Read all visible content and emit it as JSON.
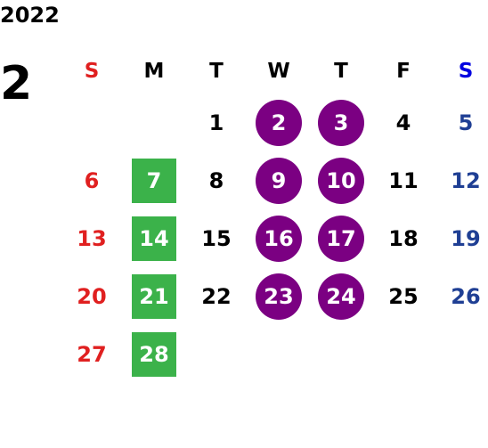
{
  "year": "2022",
  "month": "2",
  "weekdays": [
    "S",
    "M",
    "T",
    "W",
    "T",
    "F",
    "S"
  ],
  "weeks": [
    [
      {
        "day": "",
        "style": "sun"
      },
      {
        "day": "",
        "style": ""
      },
      {
        "day": "1",
        "style": ""
      },
      {
        "day": "2",
        "style": "purple"
      },
      {
        "day": "3",
        "style": "purple"
      },
      {
        "day": "4",
        "style": ""
      },
      {
        "day": "5",
        "style": "sat"
      }
    ],
    [
      {
        "day": "6",
        "style": "sun"
      },
      {
        "day": "7",
        "style": "green"
      },
      {
        "day": "8",
        "style": ""
      },
      {
        "day": "9",
        "style": "purple"
      },
      {
        "day": "10",
        "style": "purple"
      },
      {
        "day": "11",
        "style": ""
      },
      {
        "day": "12",
        "style": "sat"
      }
    ],
    [
      {
        "day": "13",
        "style": "sun"
      },
      {
        "day": "14",
        "style": "green"
      },
      {
        "day": "15",
        "style": ""
      },
      {
        "day": "16",
        "style": "purple"
      },
      {
        "day": "17",
        "style": "purple"
      },
      {
        "day": "18",
        "style": ""
      },
      {
        "day": "19",
        "style": "sat"
      }
    ],
    [
      {
        "day": "20",
        "style": "sun"
      },
      {
        "day": "21",
        "style": "green"
      },
      {
        "day": "22",
        "style": ""
      },
      {
        "day": "23",
        "style": "purple"
      },
      {
        "day": "24",
        "style": "purple"
      },
      {
        "day": "25",
        "style": ""
      },
      {
        "day": "26",
        "style": "sat"
      }
    ],
    [
      {
        "day": "27",
        "style": "sun"
      },
      {
        "day": "28",
        "style": "green"
      },
      {
        "day": "",
        "style": ""
      },
      {
        "day": "",
        "style": ""
      },
      {
        "day": "",
        "style": ""
      },
      {
        "day": "",
        "style": ""
      },
      {
        "day": "",
        "style": "sat"
      }
    ]
  ],
  "colors": {
    "sunday": "#e02020",
    "saturday": "#1f3f94",
    "saturday_header": "#0000e0",
    "purple_highlight": "#7b0082",
    "green_highlight": "#3bb24a"
  }
}
